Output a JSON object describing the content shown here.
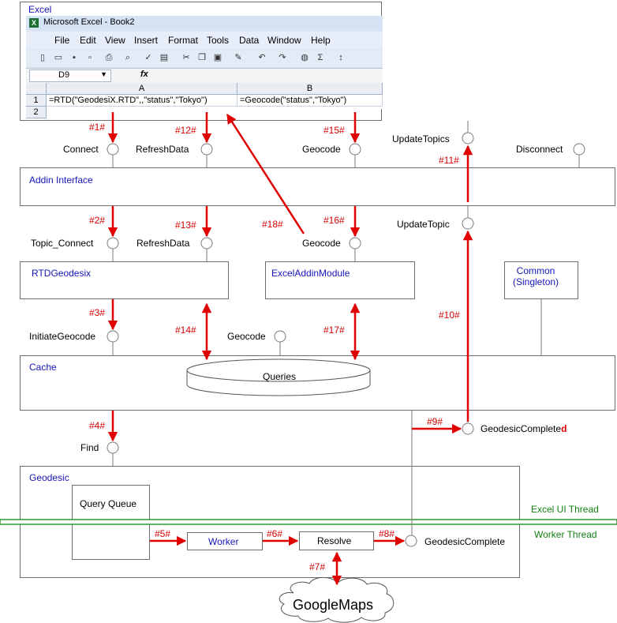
{
  "excel_box": {
    "title": "Excel",
    "window_title": "Microsoft Excel - Book2",
    "menu": [
      "File",
      "Edit",
      "View",
      "Insert",
      "Format",
      "Tools",
      "Data",
      "Window",
      "Help"
    ],
    "name_box": "D9",
    "fx": "fx",
    "col_a": "A",
    "col_b": "B",
    "row1": "1",
    "row2": "2",
    "cell_a1": "=RTD(\"GeodesiX.RTD\",,\"status\",\"Tokyo\")",
    "cell_b1": "=Geocode(\"status\",\"Tokyo\")"
  },
  "boxes": {
    "addin_interface": "Addin Interface",
    "rtd_geodesix": "RTDGeodesix",
    "excel_addin_module": "ExcelAddinModule",
    "common": "Common\n(Singleton)",
    "cache": "Cache",
    "geodesic": "Geodesic",
    "query_queue": "Query Queue",
    "worker": "Worker",
    "resolve": "Resolve",
    "queries": "Queries",
    "google_maps": "GoogleMaps"
  },
  "interfaces": {
    "connect": "Connect",
    "refresh_data_1": "RefreshData",
    "geocode_1": "Geocode",
    "update_topics": "UpdateTopics",
    "disconnect": "Disconnect",
    "topic_connect": "Topic_Connect",
    "refresh_data_2": "RefreshData",
    "geocode_2": "Geocode",
    "update_topic": "UpdateTopic",
    "initiate_geocode": "InitiateGeocode",
    "geocode_3": "Geocode",
    "find": "Find",
    "geodesic_completed_prefix": "GeodesicComplete",
    "geodesic_completed_suffix": "d",
    "geodesic_complete": "GeodesicComplete"
  },
  "steps": {
    "s1": "#1#",
    "s2": "#2#",
    "s3": "#3#",
    "s4": "#4#",
    "s5": "#5#",
    "s6": "#6#",
    "s7": "#7#",
    "s8": "#8#",
    "s9": "#9#",
    "s10": "#10#",
    "s11": "#11#",
    "s12": "#12#",
    "s13": "#13#",
    "s14": "#14#",
    "s15": "#15#",
    "s16": "#16#",
    "s17": "#17#",
    "s18": "#18#"
  },
  "threads": {
    "ui": "Excel UI Thread",
    "worker": "Worker Thread"
  },
  "colors": {
    "arrow": "#e00000",
    "title_blue": "#1515b8",
    "thread_green": "#138013",
    "border": "#6d6d6d"
  }
}
